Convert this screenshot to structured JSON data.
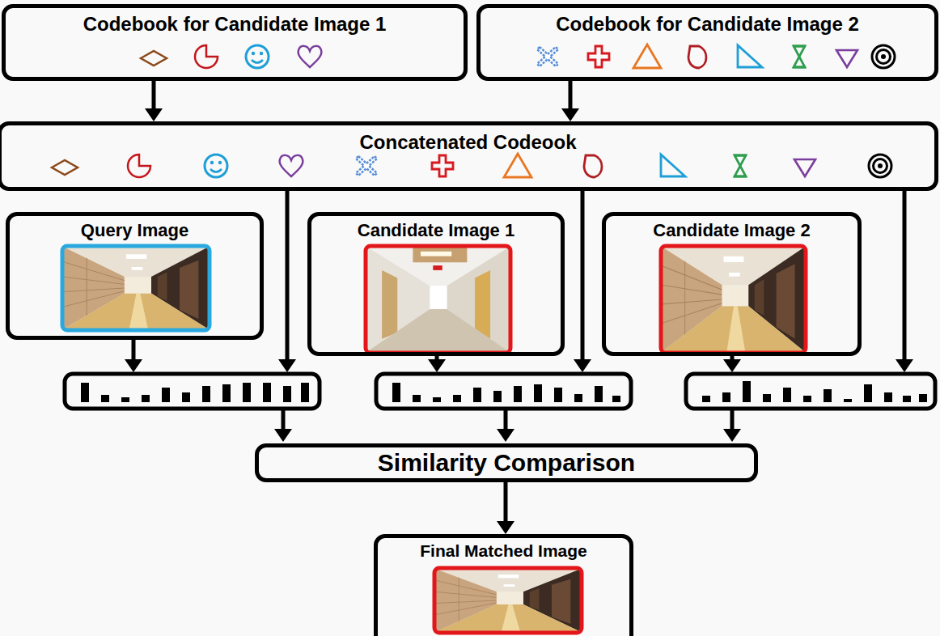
{
  "diagram": {
    "nodes": [
      {
        "text": [
          "Codebook for Candidate Image 1"
        ]
      },
      {
        "text": [
          "Codebook for Candidate Image 2"
        ]
      },
      {
        "text": [
          "Concatenated Codeook"
        ]
      },
      {
        "text": [
          "Query Image"
        ]
      },
      {
        "text": [
          "Candidate Image 1"
        ]
      },
      {
        "text": [
          "Candidate Image 2"
        ]
      },
      {
        "text": [
          "Similarity Comparison"
        ]
      },
      {
        "text": [
          "Final Matched Image"
        ]
      }
    ],
    "edges": [
      {
        "from": 0,
        "to": 2,
        "arrow": "to"
      },
      {
        "from": 1,
        "to": 2,
        "arrow": "to"
      },
      {
        "from": 6,
        "to": 7,
        "arrow": "to"
      }
    ]
  }
}
